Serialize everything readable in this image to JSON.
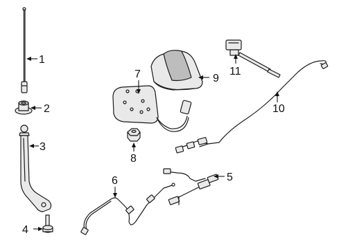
{
  "callouts": [
    {
      "number": "1",
      "part": "antenna mast"
    },
    {
      "number": "2",
      "part": "antenna nut"
    },
    {
      "number": "3",
      "part": "antenna bracket"
    },
    {
      "number": "4",
      "part": "mounting bolt"
    },
    {
      "number": "5",
      "part": "cable connector assembly"
    },
    {
      "number": "6",
      "part": "antenna lead cable"
    },
    {
      "number": "7",
      "part": "antenna base"
    },
    {
      "number": "8",
      "part": "base nut"
    },
    {
      "number": "9",
      "part": "shark-fin cover"
    },
    {
      "number": "10",
      "part": "coaxial cable"
    },
    {
      "number": "11",
      "part": "telescoping support"
    }
  ]
}
